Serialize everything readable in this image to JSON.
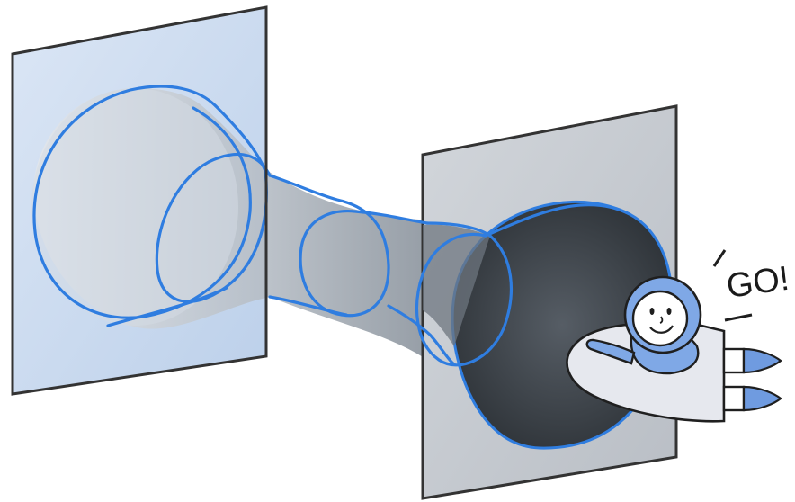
{
  "exclamation": "GO!",
  "colors": {
    "helix": "#2f7de0",
    "left_plane": "#c9d9ee",
    "right_plane": "#c7ccd2",
    "frame": "#3a3a3a",
    "helmet": "#7fa8e6",
    "rocket_body": "#e6e8ee",
    "flame": "#6f9be0"
  },
  "icons": [
    "wormhole-tunnel",
    "astronaut-on-rocket"
  ]
}
